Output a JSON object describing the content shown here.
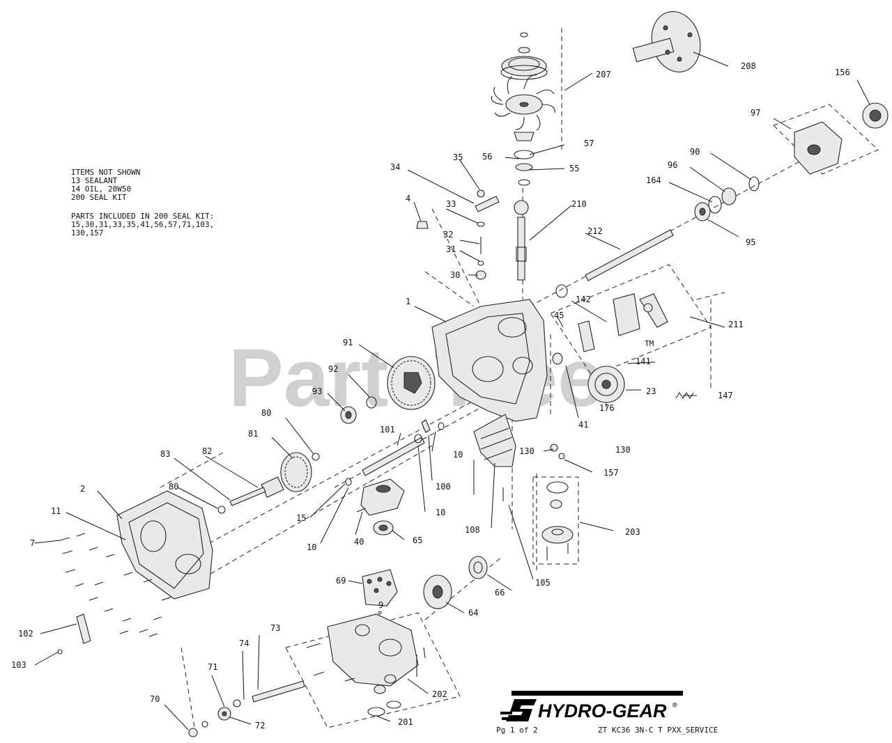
{
  "watermark": {
    "text": "PartsTree",
    "tm": "TM"
  },
  "notes": {
    "lines": [
      "ITEMS NOT SHOWN",
      "13 SEALANT",
      "14 OIL, 20W50",
      "200 SEAL KIT",
      "",
      "PARTS INCLUDED IN 200 SEAL KIT:",
      "15,30,31,33,35,41,56,57,71,103,",
      "130,157"
    ]
  },
  "brand": {
    "name": "HYDRO-GEAR",
    "reg": "®"
  },
  "footer": {
    "page": "Pg 1 of 2",
    "model": "ZT KC36 3N-C T PXX_SERVICE"
  },
  "callouts": [
    {
      "id": "207",
      "text": "207"
    },
    {
      "id": "208",
      "text": "208"
    },
    {
      "id": "156",
      "text": "156"
    },
    {
      "id": "97",
      "text": "97"
    },
    {
      "id": "57",
      "text": "57"
    },
    {
      "id": "56",
      "text": "56"
    },
    {
      "id": "55",
      "text": "55"
    },
    {
      "id": "90",
      "text": "90"
    },
    {
      "id": "96",
      "text": "96"
    },
    {
      "id": "164",
      "text": "164"
    },
    {
      "id": "34",
      "text": "34"
    },
    {
      "id": "35",
      "text": "35"
    },
    {
      "id": "4",
      "text": "4"
    },
    {
      "id": "33",
      "text": "33"
    },
    {
      "id": "210",
      "text": "210"
    },
    {
      "id": "212",
      "text": "212"
    },
    {
      "id": "95",
      "text": "95"
    },
    {
      "id": "32",
      "text": "32"
    },
    {
      "id": "31",
      "text": "31"
    },
    {
      "id": "30",
      "text": "30"
    },
    {
      "id": "142",
      "text": "142"
    },
    {
      "id": "45",
      "text": "45"
    },
    {
      "id": "211",
      "text": "211"
    },
    {
      "id": "1",
      "text": "1"
    },
    {
      "id": "91",
      "text": "91"
    },
    {
      "id": "92",
      "text": "92"
    },
    {
      "id": "93",
      "text": "93"
    },
    {
      "id": "141",
      "text": "141"
    },
    {
      "id": "23",
      "text": "23"
    },
    {
      "id": "176",
      "text": "176"
    },
    {
      "id": "147",
      "text": "147"
    },
    {
      "id": "41",
      "text": "41"
    },
    {
      "id": "80",
      "text": "80"
    },
    {
      "id": "81",
      "text": "81"
    },
    {
      "id": "101",
      "text": "101"
    },
    {
      "id": "10a",
      "text": "10"
    },
    {
      "id": "130a",
      "text": "130"
    },
    {
      "id": "130b",
      "text": "130"
    },
    {
      "id": "157",
      "text": "157"
    },
    {
      "id": "83",
      "text": "83"
    },
    {
      "id": "82",
      "text": "82"
    },
    {
      "id": "100",
      "text": "100"
    },
    {
      "id": "2",
      "text": "2"
    },
    {
      "id": "80b",
      "text": "80"
    },
    {
      "id": "11",
      "text": "11"
    },
    {
      "id": "15",
      "text": "15"
    },
    {
      "id": "10b",
      "text": "10"
    },
    {
      "id": "10c",
      "text": "10"
    },
    {
      "id": "7",
      "text": "7"
    },
    {
      "id": "40",
      "text": "40"
    },
    {
      "id": "65",
      "text": "65"
    },
    {
      "id": "108",
      "text": "108"
    },
    {
      "id": "203",
      "text": "203"
    },
    {
      "id": "105",
      "text": "105"
    },
    {
      "id": "69",
      "text": "69"
    },
    {
      "id": "66",
      "text": "66"
    },
    {
      "id": "9",
      "text": "9"
    },
    {
      "id": "64",
      "text": "64"
    },
    {
      "id": "102",
      "text": "102"
    },
    {
      "id": "103",
      "text": "103"
    },
    {
      "id": "73",
      "text": "73"
    },
    {
      "id": "74",
      "text": "74"
    },
    {
      "id": "71",
      "text": "71"
    },
    {
      "id": "202",
      "text": "202"
    },
    {
      "id": "70",
      "text": "70"
    },
    {
      "id": "72",
      "text": "72"
    },
    {
      "id": "201",
      "text": "201"
    }
  ]
}
